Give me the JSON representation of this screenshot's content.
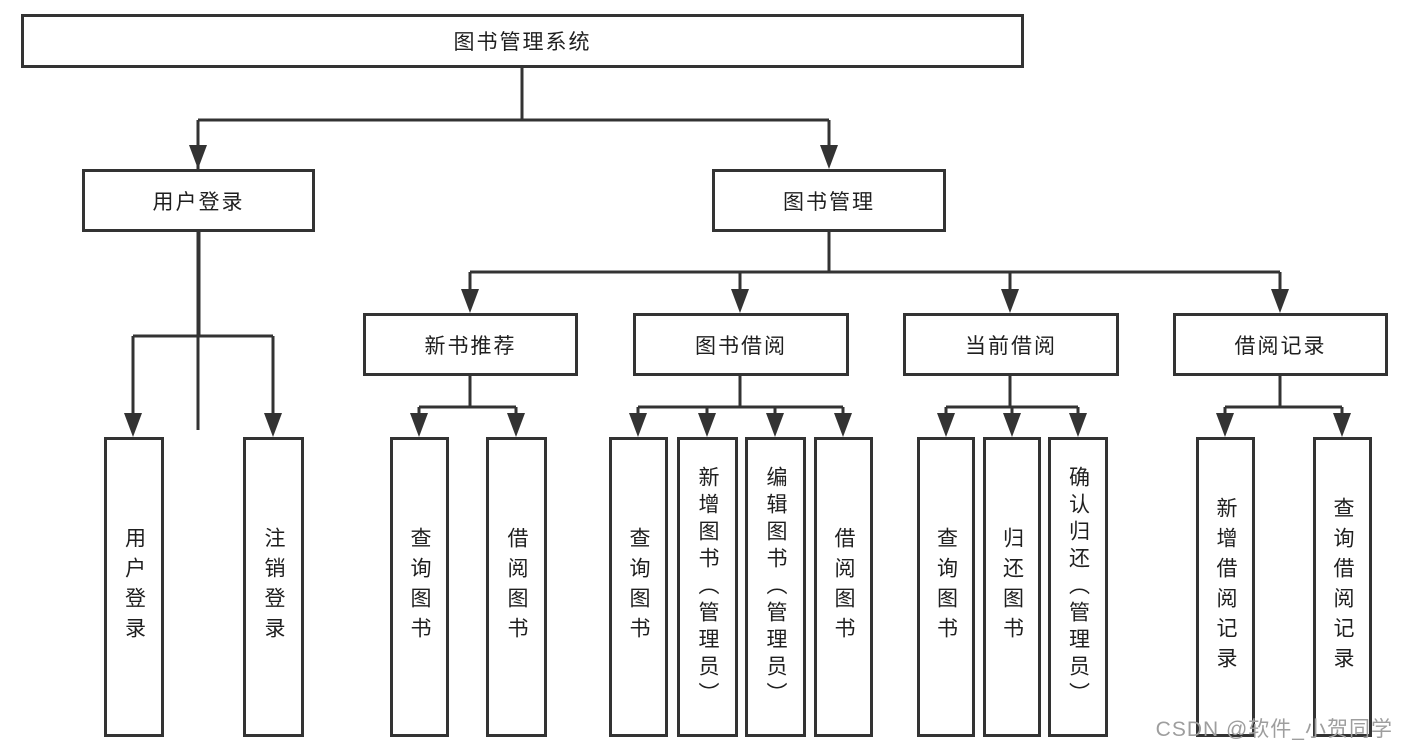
{
  "tree": {
    "label": "图书管理系统",
    "children": [
      {
        "label": "用户登录",
        "children": [
          {
            "label": "用户登录"
          },
          {
            "label": "注销登录"
          }
        ]
      },
      {
        "label": "图书管理",
        "children": [
          {
            "label": "新书推荐",
            "children": [
              {
                "label": "查询图书"
              },
              {
                "label": "借阅图书"
              }
            ]
          },
          {
            "label": "图书借阅",
            "children": [
              {
                "label": "查询图书"
              },
              {
                "label": "新增图书（管理员）"
              },
              {
                "label": "编辑图书（管理员）"
              },
              {
                "label": "借阅图书"
              }
            ]
          },
          {
            "label": "当前借阅",
            "children": [
              {
                "label": "查询图书"
              },
              {
                "label": "归还图书"
              },
              {
                "label": "确认归还（管理员）"
              }
            ]
          },
          {
            "label": "借阅记录",
            "children": [
              {
                "label": "新增借阅记录"
              },
              {
                "label": "查询借阅记录"
              }
            ]
          }
        ]
      }
    ]
  },
  "watermark": "CSDN @软件_小贺同学",
  "colors": {
    "border": "#333333",
    "line": "#333333",
    "text": "#1f1f1f",
    "watermark": "#9e9e9e",
    "background": "#ffffff"
  }
}
